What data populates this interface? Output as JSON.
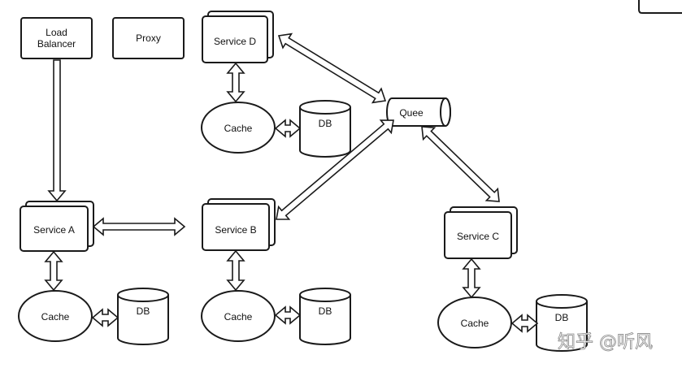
{
  "nodes": {
    "load_balancer": [
      "Load",
      "Balancer"
    ],
    "proxy": "Proxy",
    "service_d": "Service D",
    "service_a": "Service A",
    "service_b": "Service B",
    "service_c": "Service C",
    "queue": "Quee",
    "cache": "Cache",
    "db": "DB"
  },
  "watermark": "知乎 @听风"
}
